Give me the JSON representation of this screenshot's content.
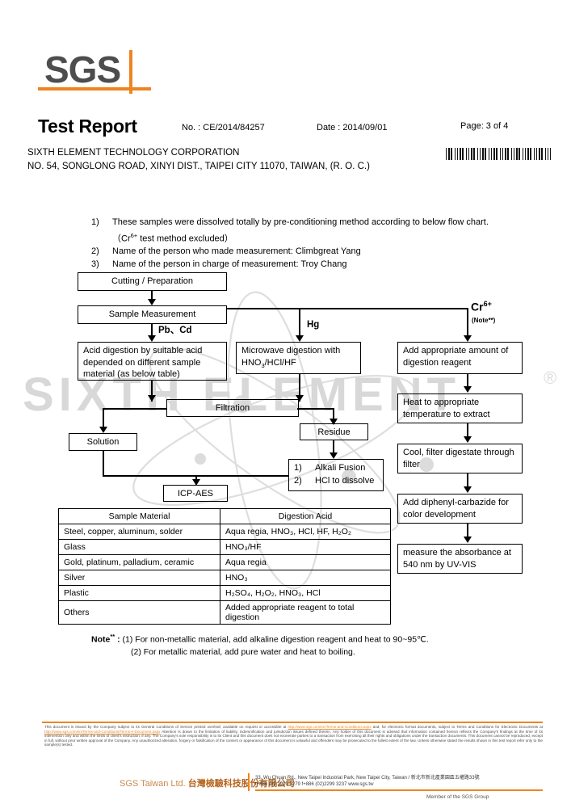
{
  "brand": {
    "logo_text": "SGS",
    "accent_color": "#ee8421",
    "logo_color": "#4d4d4d"
  },
  "header": {
    "title": "Test Report",
    "report_no_label": "No.",
    "report_no": "CE/2014/84257",
    "report_no_full": "No. : CE/2014/84257",
    "date_full": "Date : 2014/09/01",
    "date": "2014/09/01",
    "page_full": "Page: 3 of 4",
    "page_current": "3",
    "page_total": "4",
    "client_name": "SIXTH ELEMENT TECHNOLOGY CORPORATION",
    "client_address": "NO. 54, SONGLONG ROAD, XINYI DIST., TAIPEI CITY 11070, TAIWAN, (R. O. C.)",
    "barcode_label": "barcode"
  },
  "watermark": {
    "text": "SIXTH ELEMENT",
    "registered_mark": "®"
  },
  "notes": {
    "item1_num": "1)",
    "item1_text": "These samples were dissolved totally by pre-conditioning method according to below flow chart.",
    "item1_sub_pre": "（Cr",
    "item1_sub_sup": "6+",
    "item1_sub_post": " test method excluded）",
    "item2_num": "2)",
    "item2_text": "Name of the person who made measurement: Climbgreat Yang",
    "item3_num": "3)",
    "item3_text": "Name of the person in charge of measurement: Troy Chang"
  },
  "flowchart": {
    "box_cutting": "Cutting / Preparation",
    "box_sample_measurement": "Sample Measurement",
    "label_pb_cd": "Pb、Cd",
    "label_hg": "Hg",
    "label_cr_pre": "Cr",
    "label_cr_sup": "6+",
    "label_cr_note": "(Note**)",
    "box_acid_digestion": "Acid digestion by suitable acid depended on different sample material (as below table)",
    "box_microwave_l1_pre": "Microwave digestion with",
    "box_microwave_l2_pre": "HNO",
    "box_microwave_l2_sub": "3",
    "box_microwave_l2_post": "/HCl/HF",
    "box_add_reagent": "Add appropriate amount of digestion reagent",
    "box_filtration": "Filtration",
    "box_heat": "Heat to appropriate temperature to extract",
    "box_solution": "Solution",
    "box_residue": "Residue",
    "box_cool": "Cool, filter digestate through filter",
    "alkali_n1": "1)",
    "alkali_t1": "Alkali Fusion",
    "alkali_n2": "2)",
    "alkali_t2": "HCl to dissolve",
    "box_icp_aes": "ICP-AES",
    "box_diphenyl": "Add diphenyl-carbazide for color development",
    "box_absorbance": "measure the absorbance at 540 nm by UV-VIS"
  },
  "table": {
    "headers": [
      "Sample Material",
      "Digestion Acid"
    ],
    "rows": [
      {
        "material": "Steel, copper, aluminum, solder",
        "acid": "Aqua regia, HNO₃, HCl, HF, H₂O₂"
      },
      {
        "material": "Glass",
        "acid": "HNO₃/HF"
      },
      {
        "material": "Gold, platinum, palladium, ceramic",
        "acid": "Aqua regia"
      },
      {
        "material": "Silver",
        "acid": "HNO₃"
      },
      {
        "material": "Plastic",
        "acid": "H₂SO₄, H₂O₂, HNO₃, HCl"
      },
      {
        "material": "Others",
        "acid": "Added appropriate reagent to total digestion"
      }
    ]
  },
  "note_star": {
    "label": "Note",
    "label_sup": "**",
    "colon": " : ",
    "line1": "(1) For non-metallic material, add alkaline digestion reagent and heat to 90~95℃.",
    "line2": "(2) For metallic material, add pure water and heat to boiling."
  },
  "footer": {
    "legal_part1": "This document is issued by the Company subject to its General Conditions of Service printed overleaf, available on request or accessible at ",
    "legal_link1": "http://www.sgs.com/en/Terms-and-Conditions.aspx",
    "legal_part2": " and, for electronic format documents, subject to Terms and Conditions for Electronic Documents at ",
    "legal_link2": "http://www.sgs.com/en/Terms-and-Conditions/Terms-e-Document.aspx",
    "legal_part3": " Attention is drawn to the limitation of liability, indemnification and jurisdiction issues defined therein. Any holder of this document is advised that information contained hereon reflects the Company's findings at the time of its intervention only and within the limits of client's instruction, if any. The Company's sole responsibility is to its Client and this document does not exonerate parties to a transaction from exercising all their rights and obligations under the transaction documents. This document cannot be reproduced, except in full, without prior written approval of the Company. Any unauthorized alteration, forgery or falsification of the content or appearance of this document is unlawful and offenders may be prosecuted to the fullest extent of the law. Unless otherwise stated the results shown in this test report refer only to the sample(s) tested.",
    "company_en": "SGS Taiwan Ltd.",
    "company_cn": "台灣檢驗科技股份有限公司",
    "address_line1": "33, Wu Chuan Rd., New Taipei Industrial Park, New Taipei City, Taiwan / 新北市新北產業園區五權路33號",
    "address_line2": "t+886 (02)2299 3279    f+886 (02)2299 3237    www.sgs.tw",
    "member": "Member of the SGS Group"
  }
}
